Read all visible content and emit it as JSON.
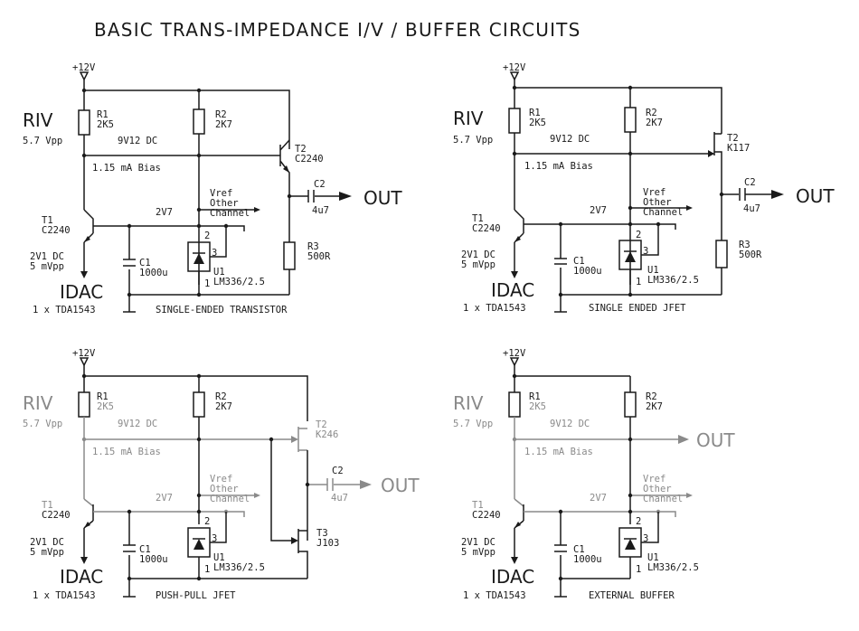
{
  "title": "BASIC TRANS-IMPEDANCE I/V / BUFFER CIRCUITS",
  "panels": [
    {
      "supply": "+12V",
      "riv": "RIV",
      "riv_vpp": "5.7 Vpp",
      "r1": "R1",
      "r1_val": "2K5",
      "r2": "R2",
      "r2_val": "2K7",
      "dc": "9V12 DC",
      "bias": "1.15 mA Bias",
      "t1": "T1",
      "t1_part": "C2240",
      "v27": "2V7",
      "vref1": "Vref",
      "vref2": "Other",
      "vref3": "Channel",
      "t2": "T2",
      "t2_part": "C2240",
      "c2": "C2",
      "c2_val": "4u7",
      "out": "OUT",
      "r3": "R3",
      "r3_val": "500R",
      "dc2": "2V1 DC",
      "mvpp": "5 mVpp",
      "c1": "C1",
      "c1_val": "1000u",
      "pin2": "2",
      "pin3": "3",
      "pin1": "1",
      "u1": "U1",
      "u1_part": "LM336/2.5",
      "idac": "IDAC",
      "tda": "1 x TDA1543",
      "caption": "SINGLE-ENDED TRANSISTOR"
    },
    {
      "supply": "+12V",
      "riv": "RIV",
      "riv_vpp": "5.7 Vpp",
      "r1": "R1",
      "r1_val": "2K5",
      "r2": "R2",
      "r2_val": "2K7",
      "dc": "9V12 DC",
      "bias": "1.15 mA Bias",
      "t1": "T1",
      "t1_part": "C2240",
      "v27": "2V7",
      "vref1": "Vref",
      "vref2": "Other",
      "vref3": "Channel",
      "t2": "T2",
      "t2_part": "K117",
      "c2": "C2",
      "c2_val": "4u7",
      "out": "OUT",
      "r3": "R3",
      "r3_val": "500R",
      "dc2": "2V1 DC",
      "mvpp": "5 mVpp",
      "c1": "C1",
      "c1_val": "1000u",
      "pin2": "2",
      "pin3": "3",
      "pin1": "1",
      "u1": "U1",
      "u1_part": "LM336/2.5",
      "idac": "IDAC",
      "tda": "1 x TDA1543",
      "caption": "SINGLE ENDED JFET"
    },
    {
      "supply": "+12V",
      "riv": "RIV",
      "riv_vpp": "5.7 Vpp",
      "r1": "R1",
      "r1_val": "2K5",
      "r2": "R2",
      "r2_val": "2K7",
      "dc": "9V12 DC",
      "bias": "1.15 mA Bias",
      "t1": "T1",
      "t1_part": "C2240",
      "v27": "2V7",
      "vref1": "Vref",
      "vref2": "Other",
      "vref3": "Channel",
      "t2": "T2",
      "t2_part": "K246",
      "c2": "C2",
      "c2_val": "4u7",
      "out": "OUT",
      "t3": "T3",
      "t3_part": "J103",
      "dc2": "2V1 DC",
      "mvpp": "5 mVpp",
      "c1": "C1",
      "c1_val": "1000u",
      "pin2": "2",
      "pin3": "3",
      "pin1": "1",
      "u1": "U1",
      "u1_part": "LM336/2.5",
      "idac": "IDAC",
      "tda": "1 x TDA1543",
      "caption": "PUSH-PULL JFET"
    },
    {
      "supply": "+12V",
      "riv": "RIV",
      "riv_vpp": "5.7 Vpp",
      "r1": "R1",
      "r1_val": "2K5",
      "r2": "R2",
      "r2_val": "2K7",
      "dc": "9V12 DC",
      "bias": "1.15 mA Bias",
      "out": "OUT",
      "t1": "T1",
      "t1_part": "C2240",
      "v27": "2V7",
      "vref1": "Vref",
      "vref2": "Other",
      "vref3": "Channel",
      "dc2": "2V1 DC",
      "mvpp": "5 mVpp",
      "c1": "C1",
      "c1_val": "1000u",
      "pin2": "2",
      "pin3": "3",
      "pin1": "1",
      "u1": "U1",
      "u1_part": "LM336/2.5",
      "idac": "IDAC",
      "tda": "1 x TDA1543",
      "caption": "EXTERNAL BUFFER"
    }
  ]
}
